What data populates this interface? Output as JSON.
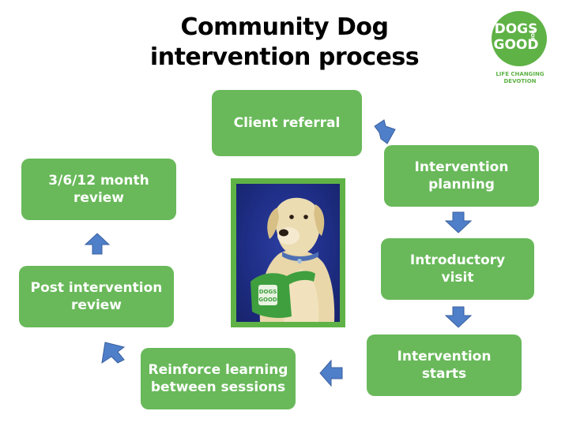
{
  "title": {
    "line1": "Community Dog",
    "line2": "intervention process"
  },
  "logo": {
    "line1": "DOGS",
    "for_text": "FOR",
    "line2": "GOOD",
    "tagline1": "LIFE CHANGING",
    "tagline2": "DEVOTION"
  },
  "steps": [
    {
      "label_lines": [
        "Client referral"
      ]
    },
    {
      "label_lines": [
        "Intervention",
        "planning"
      ]
    },
    {
      "label_lines": [
        "Introductory",
        "visit"
      ]
    },
    {
      "label_lines": [
        "Intervention",
        "starts"
      ]
    },
    {
      "label_lines": [
        "Reinforce learning",
        "between sessions"
      ]
    },
    {
      "label_lines": [
        "Post intervention",
        "review"
      ]
    },
    {
      "label_lines": [
        "3/6/12 month",
        "review"
      ]
    }
  ],
  "photo": {
    "vest_text_1": "DOGS",
    "vest_text_2": "GOOD"
  },
  "colors": {
    "box_green": "#69b95a",
    "brand_green": "#5fb246",
    "arrow_blue": "#4f7fc9",
    "arrow_outline": "#3a5f9e",
    "photo_background": "#1f2e86"
  }
}
